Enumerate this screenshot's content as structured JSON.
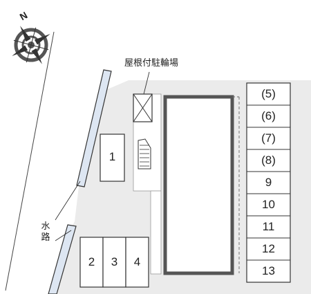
{
  "compass": {
    "north_label": "N",
    "icon": "compass-rose-icon"
  },
  "labels": {
    "cycle_parking": "屋根付駐輪場",
    "canal_line1": "水",
    "canal_line2": "路"
  },
  "parking_left": [
    "2",
    "3",
    "4"
  ],
  "building_label": "1",
  "parking_right": [
    "(5)",
    "(6)",
    "(7)",
    "(8)",
    "9",
    "10",
    "11",
    "12",
    "13"
  ],
  "colors": {
    "site_ground": "#ebebeb",
    "canal_fill": "#dde6f2",
    "outline": "#333333",
    "building_outline": "#555555"
  }
}
